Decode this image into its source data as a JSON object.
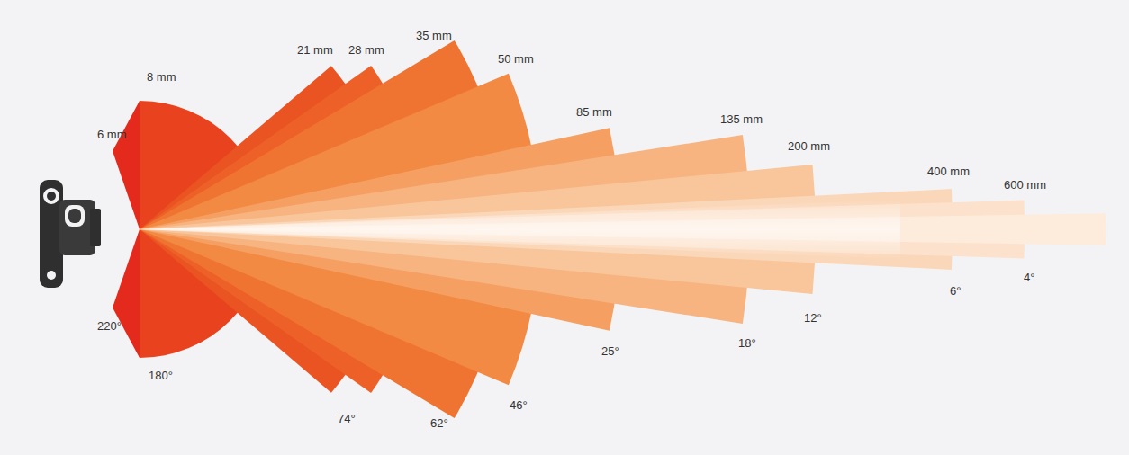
{
  "diagram": {
    "labels": [
      "6 mm",
      "8 mm",
      "21 mm",
      "28 mm",
      "35 mm",
      "50 mm",
      "85 mm",
      "135 mm",
      "200 mm",
      "400 mm",
      "600 mm",
      "220°",
      "180°",
      "74°",
      "62°",
      "46°",
      "25°",
      "18°",
      "12°",
      "6°",
      "4°"
    ]
  }
}
